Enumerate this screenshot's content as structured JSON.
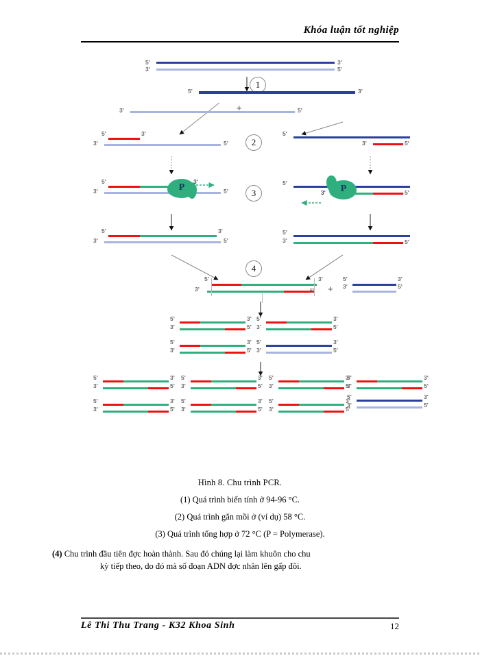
{
  "header": {
    "title": "Khóa luận tốt nghiệp"
  },
  "footer": {
    "author": "Lê Thi Thu Trang - K32 Khoa Sinh",
    "page_number": "12"
  },
  "caption": {
    "title": "Hình 8.  Chu trình PCR.",
    "line1": "(1) Quá trình biến tính ở 94-96 °C.",
    "line2": "(2) Quá trình gắn mồi ở (ví dụ) 58 °C.",
    "line3": "(3) Quá trình tổng hợp ở 72 °C (P = Polymerase).",
    "line4_bold": "(4)",
    "line4_a": "Chu trình đầu tiên đợc   hoàn thành. Sau đó chúng lại làm khuôn cho chu",
    "line4_b": "kỳ tiếp theo, do đó mà số đoạn ADN đợc   nhân lên gấp đôi."
  },
  "diagram": {
    "colors": {
      "template_dark_blue": "#2b3f9e",
      "template_light_blue": "#a8b4e0",
      "primer_red": "#ee1111",
      "new_strand_green": "#2eaf7d",
      "arrow_gray": "#808080",
      "label_gray": "#6b6b6b"
    },
    "end_labels": {
      "five": "5'",
      "three": "3'"
    },
    "steps": [
      {
        "number": "1",
        "name": "denaturation"
      },
      {
        "number": "2",
        "name": "annealing"
      },
      {
        "number": "3",
        "name": "extension"
      },
      {
        "number": "4",
        "name": "cycle-complete"
      }
    ],
    "polymerase_label": "P",
    "plus_signs": [
      "+",
      "+"
    ]
  }
}
